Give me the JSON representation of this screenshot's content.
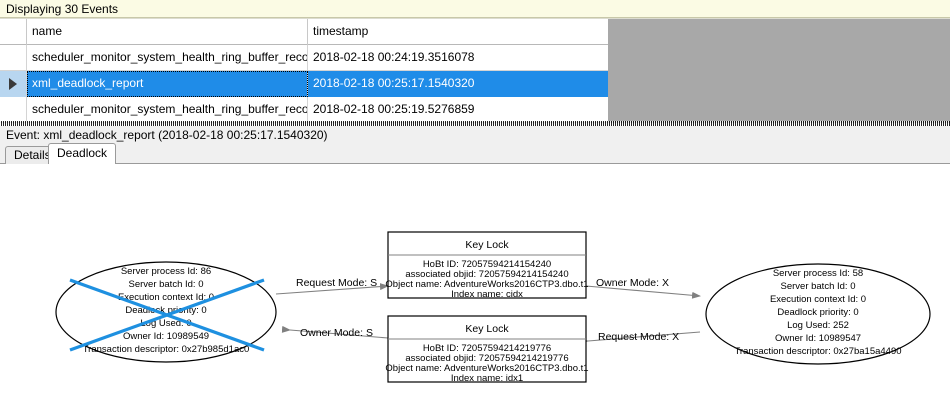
{
  "status": {
    "text": "Displaying 30 Events"
  },
  "grid": {
    "columns": [
      "",
      "name",
      "timestamp"
    ],
    "rows": [
      {
        "selected": false,
        "marker": "",
        "name": "scheduler_monitor_system_health_ring_buffer_recorded",
        "timestamp": "2018-02-18 00:24:19.3516078"
      },
      {
        "selected": true,
        "marker": "▶",
        "name": "xml_deadlock_report",
        "timestamp": "2018-02-18 00:25:17.1540320"
      },
      {
        "selected": false,
        "marker": "",
        "name": "scheduler_monitor_system_health_ring_buffer_recorded",
        "timestamp": "2018-02-18 00:25:19.5276859"
      }
    ]
  },
  "event_header": {
    "text": "Event: xml_deadlock_report (2018-02-18 00:25:17.1540320)"
  },
  "tabs": [
    {
      "label": "Details",
      "active": false
    },
    {
      "label": "Deadlock",
      "active": true
    }
  ],
  "deadlock": {
    "victim_marker_color": "#1e90e0",
    "processes": [
      {
        "id": "left",
        "is_victim": true,
        "lines": [
          "Server process Id: 86",
          "Server batch Id: 0",
          "Execution context Id: 0",
          "Deadlock priority: 0",
          "Log Used: 0",
          "Owner Id: 10989549",
          "Transaction descriptor: 0x27b985d1ac0"
        ]
      },
      {
        "id": "right",
        "is_victim": false,
        "lines": [
          "Server process Id: 58",
          "Server batch Id: 0",
          "Execution context Id: 0",
          "Deadlock priority: 0",
          "Log Used: 252",
          "Owner Id: 10989547",
          "Transaction descriptor: 0x27ba15a4490"
        ]
      }
    ],
    "resources": [
      {
        "id": "top",
        "title": "Key Lock",
        "lines": [
          "HoBt ID: 72057594214154240",
          "associated objid: 72057594214154240",
          "Object name: AdventureWorks2016CTP3.dbo.t1",
          "Index name: cidx"
        ]
      },
      {
        "id": "bottom",
        "title": "Key Lock",
        "lines": [
          "HoBt ID: 72057594214219776",
          "associated objid: 72057594214219776",
          "Object name: AdventureWorks2016CTP3.dbo.t1",
          "Index name: idx1"
        ]
      }
    ],
    "edges": [
      {
        "id": "top-left",
        "label": "Request Mode: S"
      },
      {
        "id": "top-right",
        "label": "Owner Mode: X"
      },
      {
        "id": "bottom-left",
        "label": "Owner Mode: S"
      },
      {
        "id": "bottom-right",
        "label": "Request Mode: X"
      }
    ]
  }
}
